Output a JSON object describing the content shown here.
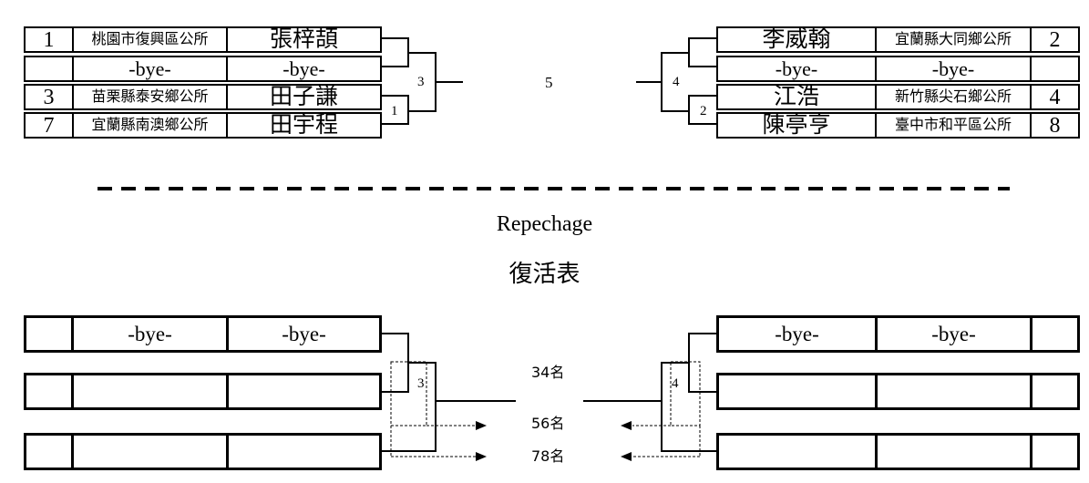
{
  "main_bracket": {
    "left": [
      {
        "seed": "1",
        "club": "桃園市復興區公所",
        "name": "張梓頡"
      },
      {
        "seed": "",
        "club": "-bye-",
        "name": "-bye-"
      },
      {
        "seed": "3",
        "club": "苗栗縣泰安鄉公所",
        "name": "田子謙"
      },
      {
        "seed": "7",
        "club": "宜蘭縣南澳鄉公所",
        "name": "田宇程"
      }
    ],
    "right": [
      {
        "name": "李威翰",
        "club": "宜蘭縣大同鄉公所",
        "seed": "2"
      },
      {
        "name": "-bye-",
        "club": "-bye-",
        "seed": ""
      },
      {
        "name": "江浩",
        "club": "新竹縣尖石鄉公所",
        "seed": "4"
      },
      {
        "name": "陳亭亨",
        "club": "臺中市和平區公所",
        "seed": "8"
      }
    ],
    "match_numbers": {
      "m1": "1",
      "m2": "2",
      "m3": "3",
      "m4": "4",
      "m5": "5"
    }
  },
  "repechage": {
    "title_en": "Repechage",
    "title_zh": "復活表",
    "left": [
      {
        "seed": "",
        "club": "-bye-",
        "name": "-bye-"
      },
      {
        "seed": "",
        "club": "",
        "name": ""
      },
      {
        "seed": "",
        "club": "",
        "name": ""
      }
    ],
    "right": [
      {
        "name": "-bye-",
        "club": "-bye-",
        "seed": ""
      },
      {
        "name": "",
        "club": "",
        "seed": ""
      },
      {
        "name": "",
        "club": "",
        "seed": ""
      }
    ],
    "match_numbers": {
      "left": "3",
      "right": "4"
    },
    "places": {
      "p34": "34名",
      "p56": "56名",
      "p78": "78名"
    }
  }
}
